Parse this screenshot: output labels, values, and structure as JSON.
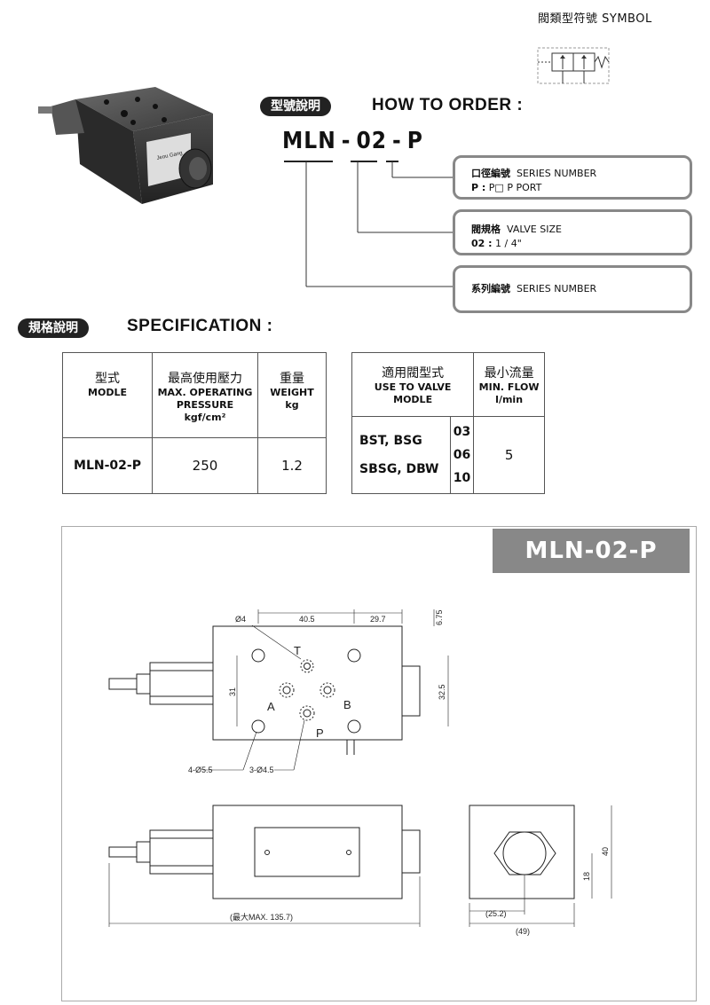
{
  "symbol": {
    "title": "閥類型符號 SYMBOL"
  },
  "how_to_order": {
    "pill": "型號說明",
    "title": "HOW TO ORDER :",
    "code_parts": [
      "MLN",
      "-",
      "02",
      "-",
      "P"
    ],
    "boxes": [
      {
        "line1_cn": "口徑編號",
        "line1_en": "SERIES NUMBER",
        "line2_key": "P :",
        "line2_val": "P□  P PORT"
      },
      {
        "line1_cn": "閥規格",
        "line1_en": "VALVE SIZE",
        "line2_key": "02 :",
        "line2_val": "1 / 4\""
      },
      {
        "line1_cn": "系列編號",
        "line1_en": "SERIES NUMBER"
      }
    ]
  },
  "product_image": {
    "brand": "Jeou Gang"
  },
  "specification": {
    "pill": "規格說明",
    "title": "SPECIFICATION :",
    "table1": {
      "headers": [
        {
          "cn": "型式",
          "en": "MODLE"
        },
        {
          "cn": "最高使用壓力",
          "en": "MAX. OPERATING PRESSURE",
          "unit": "kgf/cm²"
        },
        {
          "cn": "重量",
          "en": "WEIGHT",
          "unit": "kg"
        }
      ],
      "row": [
        "MLN-02-P",
        "250",
        "1.2"
      ]
    },
    "table2": {
      "headers": [
        {
          "cn": "適用閥型式",
          "en": "USE TO VALVE MODLE"
        },
        {
          "cn": "最小流量",
          "en": "MIN. FLOW",
          "unit": "l/min"
        }
      ],
      "valves": [
        "BST, BSG",
        "SBSG, DBW"
      ],
      "sizes": [
        "03",
        "06",
        "10"
      ],
      "min_flow": "5"
    }
  },
  "drawing": {
    "title": "MLN-02-P",
    "dims": {
      "d4": "Ø4",
      "d40_5": "40.5",
      "d29_7": "29.7",
      "d6_75": "6.75",
      "d31": "31",
      "d32_5": "32.5",
      "holes1": "4-Ø5.5",
      "holes2": "3-Ø4.5",
      "max_len": "(最大MAX. 135.7)",
      "d25_2": "(25.2)",
      "d49": "(49)",
      "d40": "40",
      "d18": "18"
    },
    "ports": {
      "t": "T",
      "a": "A",
      "b": "B",
      "p": "P"
    }
  }
}
